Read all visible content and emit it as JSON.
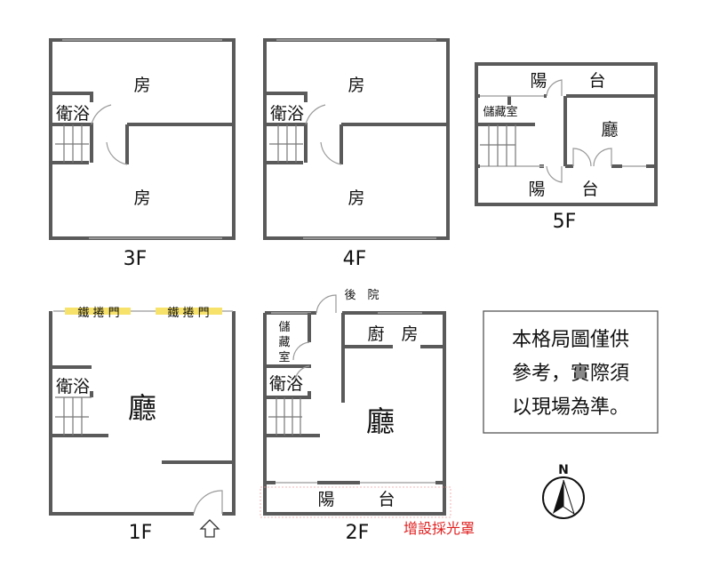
{
  "floors": {
    "f3": {
      "label": "3F",
      "room_top": "房",
      "bath": "衛浴",
      "room_bottom": "房"
    },
    "f4": {
      "label": "4F",
      "room_top": "房",
      "bath": "衛浴",
      "room_bottom": "房"
    },
    "f5": {
      "label": "5F",
      "balcony_top_1": "陽",
      "balcony_top_2": "台",
      "storage": "儲藏室",
      "hall": "廳",
      "balcony_bottom_1": "陽",
      "balcony_bottom_2": "台"
    },
    "f1": {
      "label": "1F",
      "shutter_1": "鐵 捲 門",
      "shutter_2": "鐵 捲 門",
      "bath": "衛浴",
      "hall": "廳"
    },
    "f2": {
      "label": "2F",
      "backyard": "後　院",
      "storage_1": "儲",
      "storage_2": "藏",
      "storage_3": "室",
      "kitchen": "廚　房",
      "bath": "衛浴",
      "hall": "廳",
      "balcony_1": "陽",
      "balcony_2": "台",
      "skylight_note": "增設採光罩"
    }
  },
  "notice": {
    "line1": "本格局圖僅供",
    "line2": "參考，實際須",
    "line3": "以現場為準。"
  },
  "compass": {
    "north": "N"
  },
  "colors": {
    "wall": "#5a5a5a",
    "shutter": "#f7e26b",
    "note_red": "#e02020"
  }
}
